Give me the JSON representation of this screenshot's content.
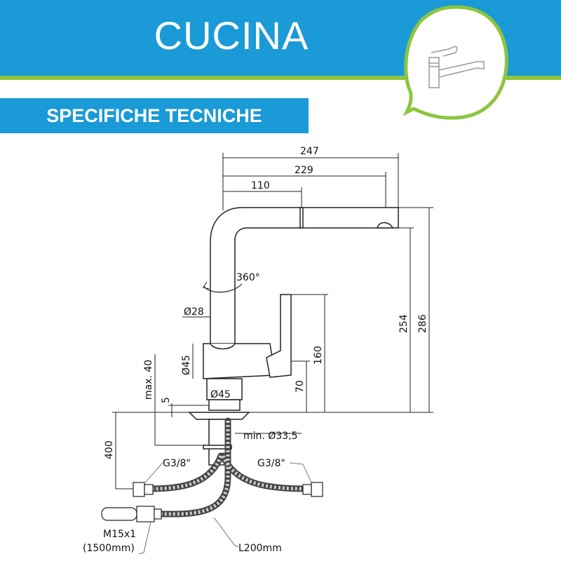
{
  "header": {
    "title": "CUCINA",
    "subtitle": "SPECIFICHE TECNICHE",
    "icon": "kitchen-faucet-icon"
  },
  "colors": {
    "blue": "#1a9ad6",
    "green": "#8cc63f"
  },
  "dimensions": {
    "d247": "247",
    "d229": "229",
    "d110": "110",
    "d360": "360°",
    "d28": "Ø28",
    "d45v": "Ø45",
    "d45": "Ø45",
    "d254": "254",
    "d286": "286",
    "d160": "160",
    "d70": "70",
    "max40": "max. 40",
    "d5": "5",
    "d400": "400",
    "min335": "min. Ø33,5",
    "g38l": "G3/8\"",
    "g38r": "G3/8\"",
    "m15": "M15x1",
    "m15len": "(1500mm)",
    "l200": "L200mm"
  }
}
